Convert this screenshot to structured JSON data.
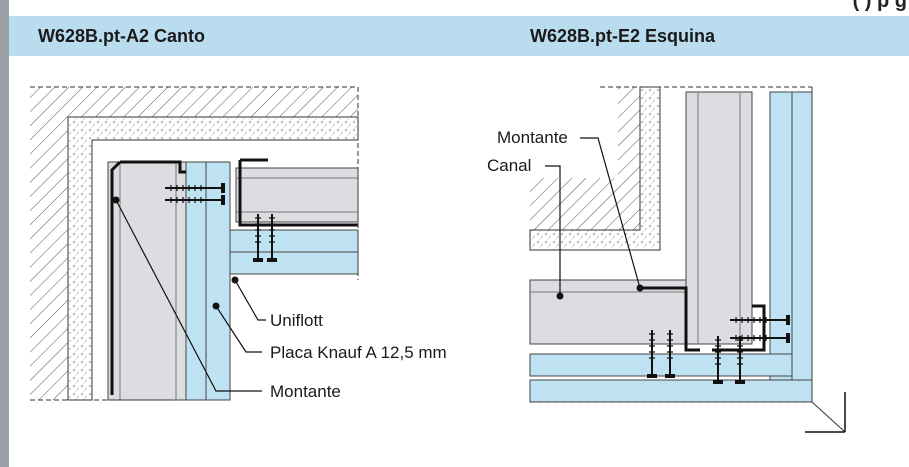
{
  "header": {
    "clipped_text": "(               ) p               g",
    "left_title": "W628B.pt-A2  Canto",
    "right_title": "W628B.pt-E2  Esquina"
  },
  "left_detail": {
    "callouts": [
      "Uniflott",
      "Placa Knauf A 12,5 mm",
      "Montante"
    ]
  },
  "right_detail": {
    "callouts": [
      "Montante",
      "Canal"
    ]
  },
  "colors": {
    "band": "#b9dcef",
    "board": "#bfe2f2",
    "stud": "#dcdde0",
    "frame": "#9aa0a6"
  }
}
